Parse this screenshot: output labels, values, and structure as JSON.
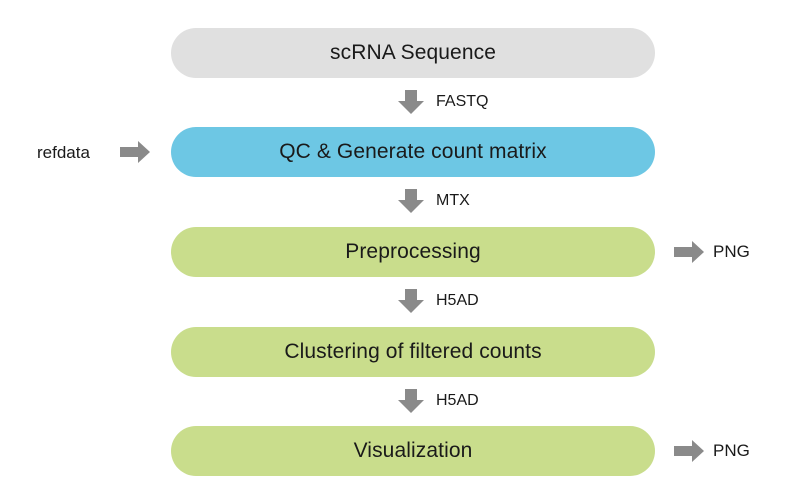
{
  "colors": {
    "start": "#e0e0e0",
    "qc": "#6dc7e4",
    "analysis": "#c9dd8c",
    "arrow": "#8a8a8a"
  },
  "nodes": {
    "sequence": "scRNA Sequence",
    "qc": "QC & Generate count matrix",
    "preprocessing": "Preprocessing",
    "clustering": "Clustering of filtered counts",
    "visualization": "Visualization"
  },
  "edges": {
    "fastq": "FASTQ",
    "mtx": "MTX",
    "h5ad_1": "H5AD",
    "h5ad_2": "H5AD"
  },
  "inputs": {
    "refdata": "refdata"
  },
  "outputs": {
    "preprocessing_png": "PNG",
    "visualization_png": "PNG"
  }
}
